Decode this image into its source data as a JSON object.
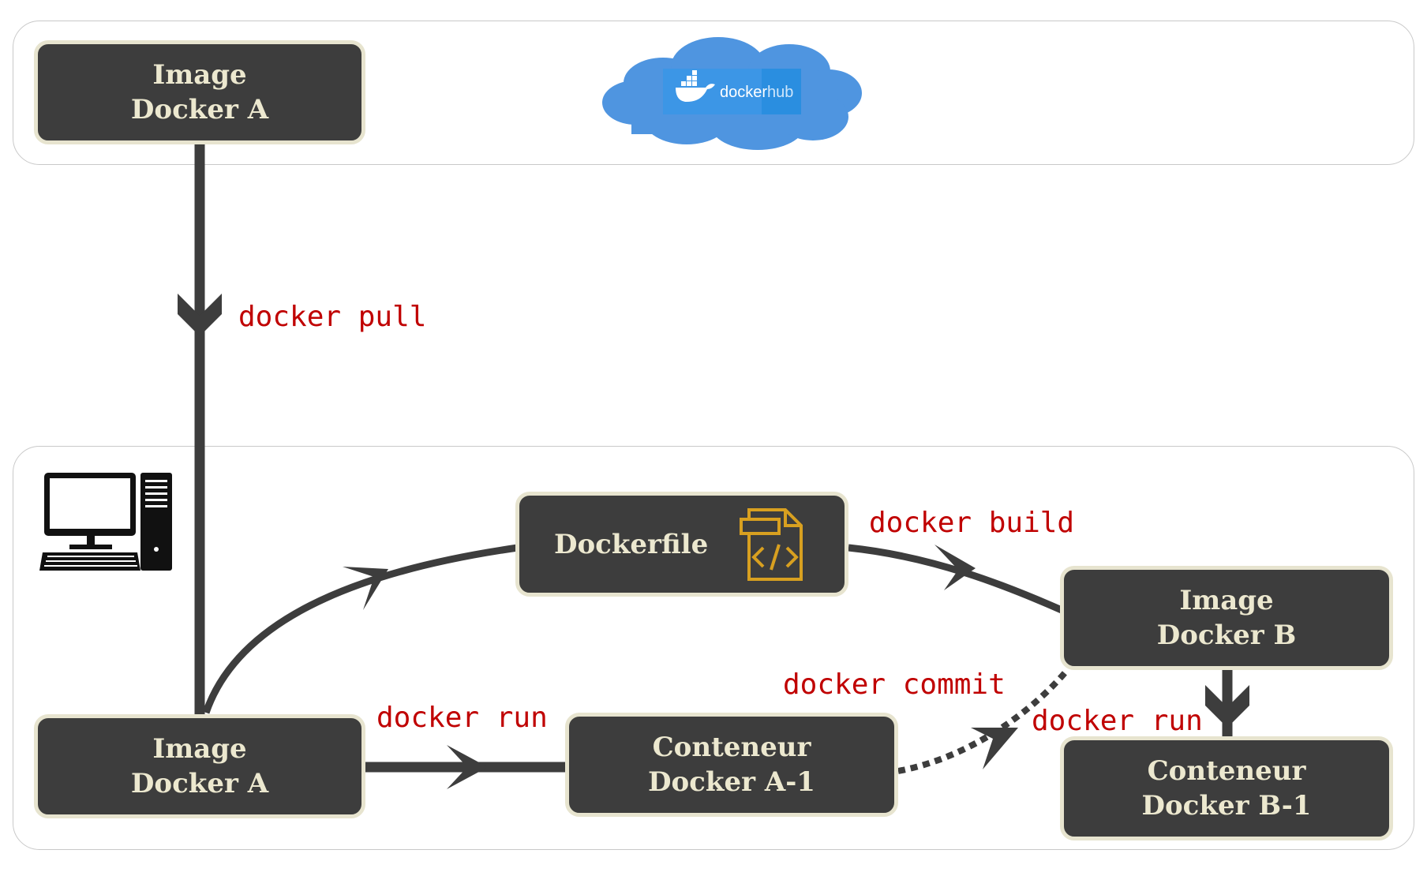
{
  "colors": {
    "node_fill": "#3d3d3d",
    "node_border": "#e7e4cf",
    "node_text": "#ece8cf",
    "label_text": "#c00000",
    "arrow": "#3d3d3d",
    "cloud": "#4f95e0",
    "hub_badge": "#2a8ee0",
    "file_icon": "#d8a020"
  },
  "registry": {
    "image_a": {
      "line1": "Image",
      "line2": "Docker A"
    },
    "logo": {
      "word1": "docker",
      "word2": "hub",
      "icon": "docker-whale-icon"
    }
  },
  "host": {
    "icon": "desktop-computer-icon",
    "image_a": {
      "line1": "Image",
      "line2": "Docker A"
    },
    "dockerfile": {
      "label": "Dockerfile",
      "icon": "code-file-icon"
    },
    "image_b": {
      "line1": "Image",
      "line2": "Docker B"
    },
    "container_a1": {
      "line1": "Conteneur",
      "line2": "Docker A-1"
    },
    "container_b1": {
      "line1": "Conteneur",
      "line2": "Docker B-1"
    }
  },
  "commands": {
    "pull": "docker pull",
    "build": "docker build",
    "commit": "docker commit",
    "run_a": "docker run",
    "run_b": "docker run"
  }
}
